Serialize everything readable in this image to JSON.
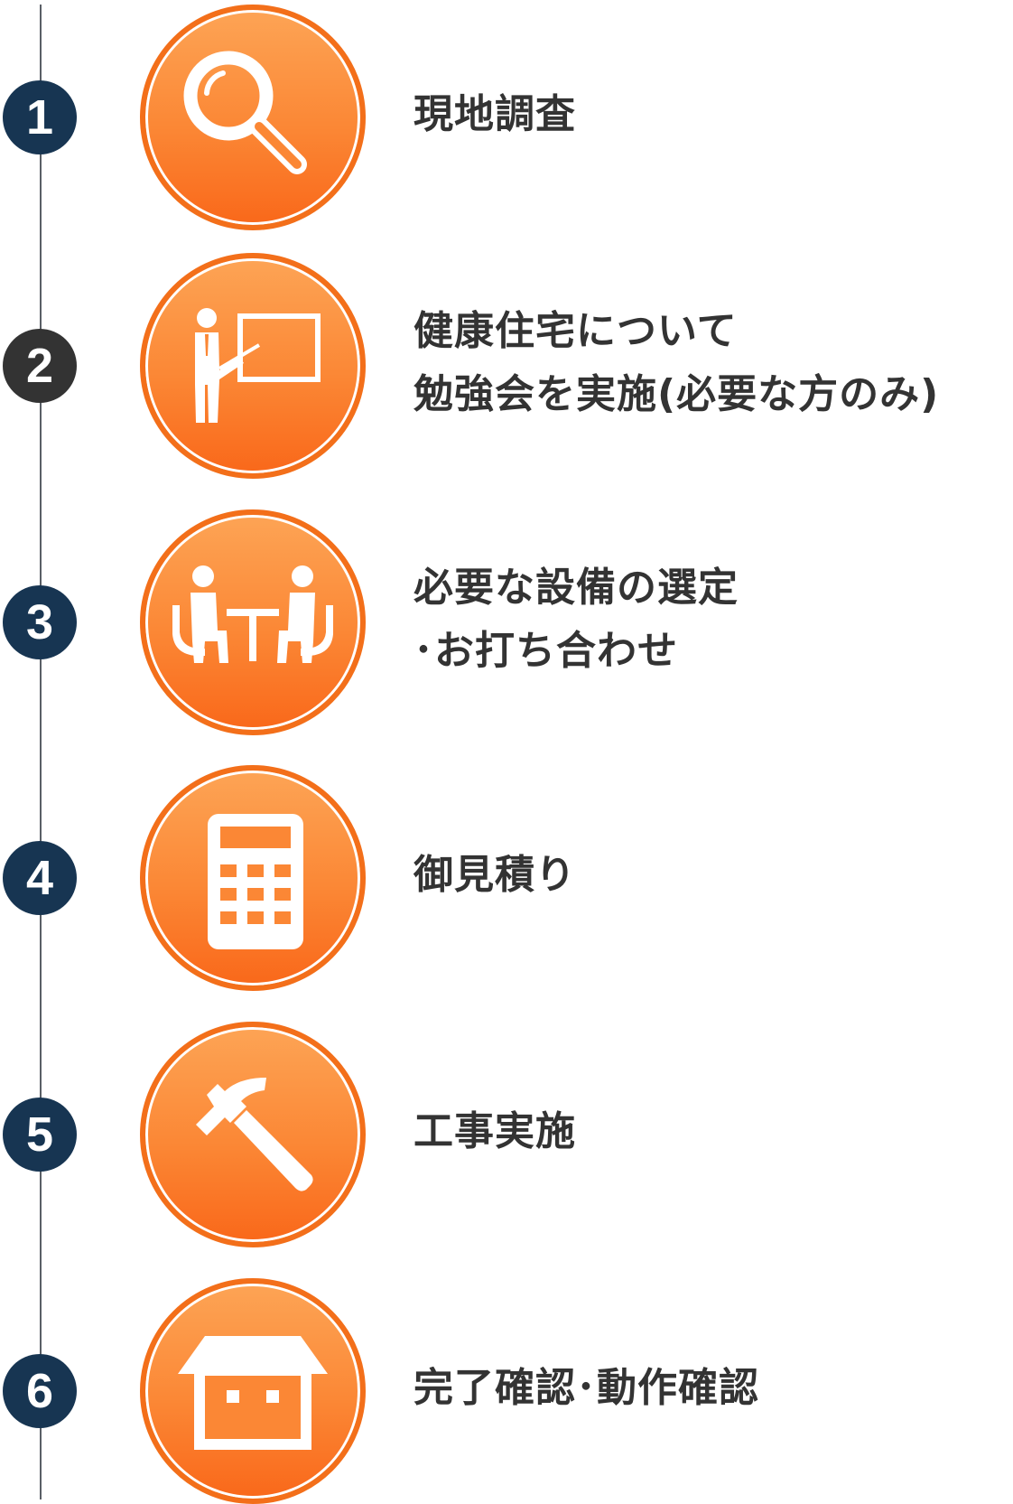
{
  "colors": {
    "badge_navy": "#173552",
    "badge_dark": "#333333",
    "circle_orange": "#fb8735",
    "text": "#333333"
  },
  "steps": [
    {
      "number": "1",
      "icon": "magnifier-icon",
      "lines": [
        "現地調査"
      ]
    },
    {
      "number": "2",
      "icon": "presentation-icon",
      "lines": [
        "健康住宅について",
        "勉強会を実施(必要な方のみ)"
      ]
    },
    {
      "number": "3",
      "icon": "meeting-icon",
      "lines": [
        "必要な設備の選定",
        "･お打ち合わせ"
      ]
    },
    {
      "number": "4",
      "icon": "calculator-icon",
      "lines": [
        "御見積り"
      ]
    },
    {
      "number": "5",
      "icon": "hammer-icon",
      "lines": [
        "工事実施"
      ]
    },
    {
      "number": "6",
      "icon": "house-icon",
      "lines": [
        "完了確認･動作確認"
      ]
    }
  ]
}
